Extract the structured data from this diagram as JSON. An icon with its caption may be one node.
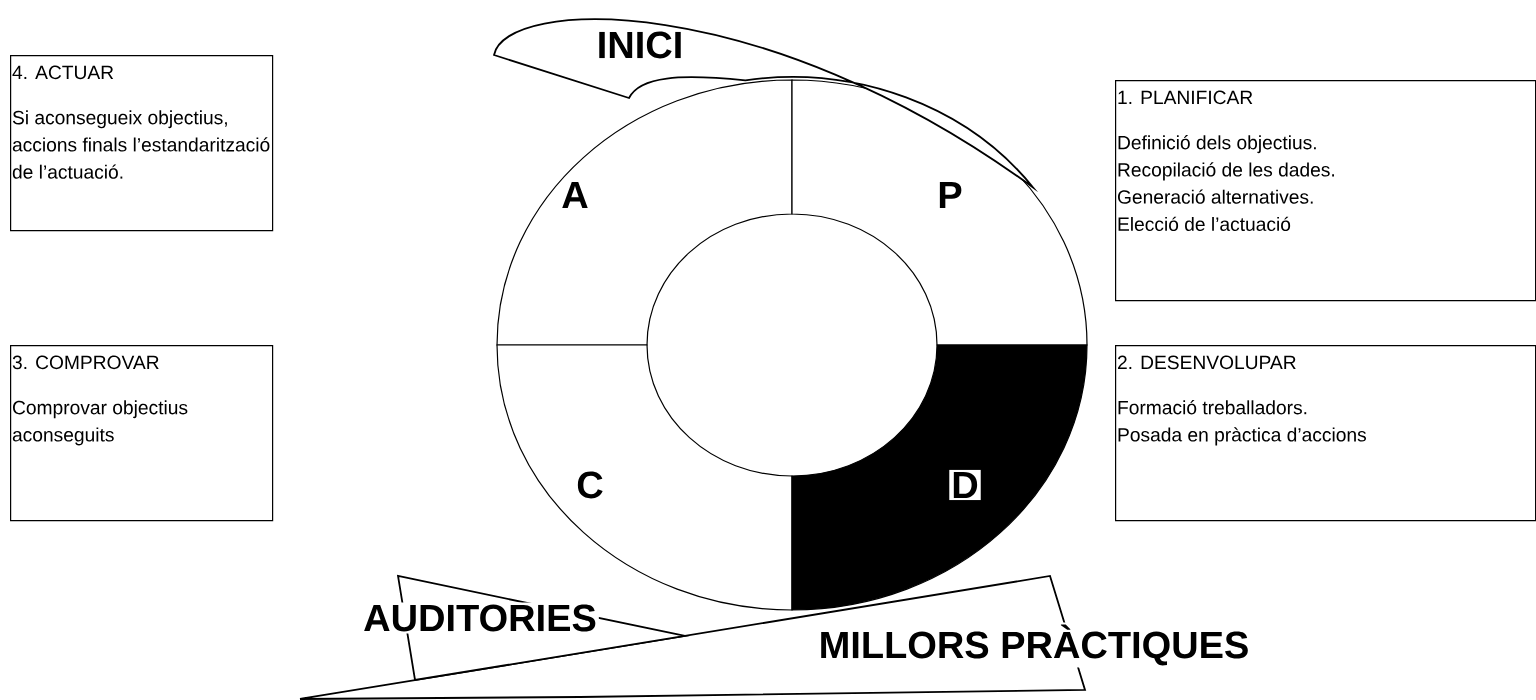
{
  "diagram": {
    "nodes": [
      {
        "text": [
          "INICI"
        ]
      },
      {
        "text": [
          "4. ACTUAR",
          "Si aconsegueix objectius, accions finals l’estandarització de l’actuació."
        ]
      },
      {
        "text": [
          "A"
        ]
      },
      {
        "text": [
          "P"
        ]
      },
      {
        "text": [
          "1. PLANIFICAR",
          "Definició dels objectius.",
          "Recopilació de les dades.",
          "Generació alternatives.",
          "Elecció de l’actuació"
        ]
      },
      {
        "text": [
          "3. COMPROVAR",
          "Comprovar objectius aconseguits"
        ]
      },
      {
        "text": [
          "C"
        ]
      },
      {
        "text": [
          "D"
        ]
      },
      {
        "text": [
          "2. DESENVOLUPAR",
          "Formació treballadors.",
          "Posada en pràctica d’accions"
        ]
      },
      {
        "text": [
          "AUDITORIES"
        ]
      },
      {
        "text": [
          "MILLORS PRÀCTIQUES"
        ]
      }
    ]
  }
}
